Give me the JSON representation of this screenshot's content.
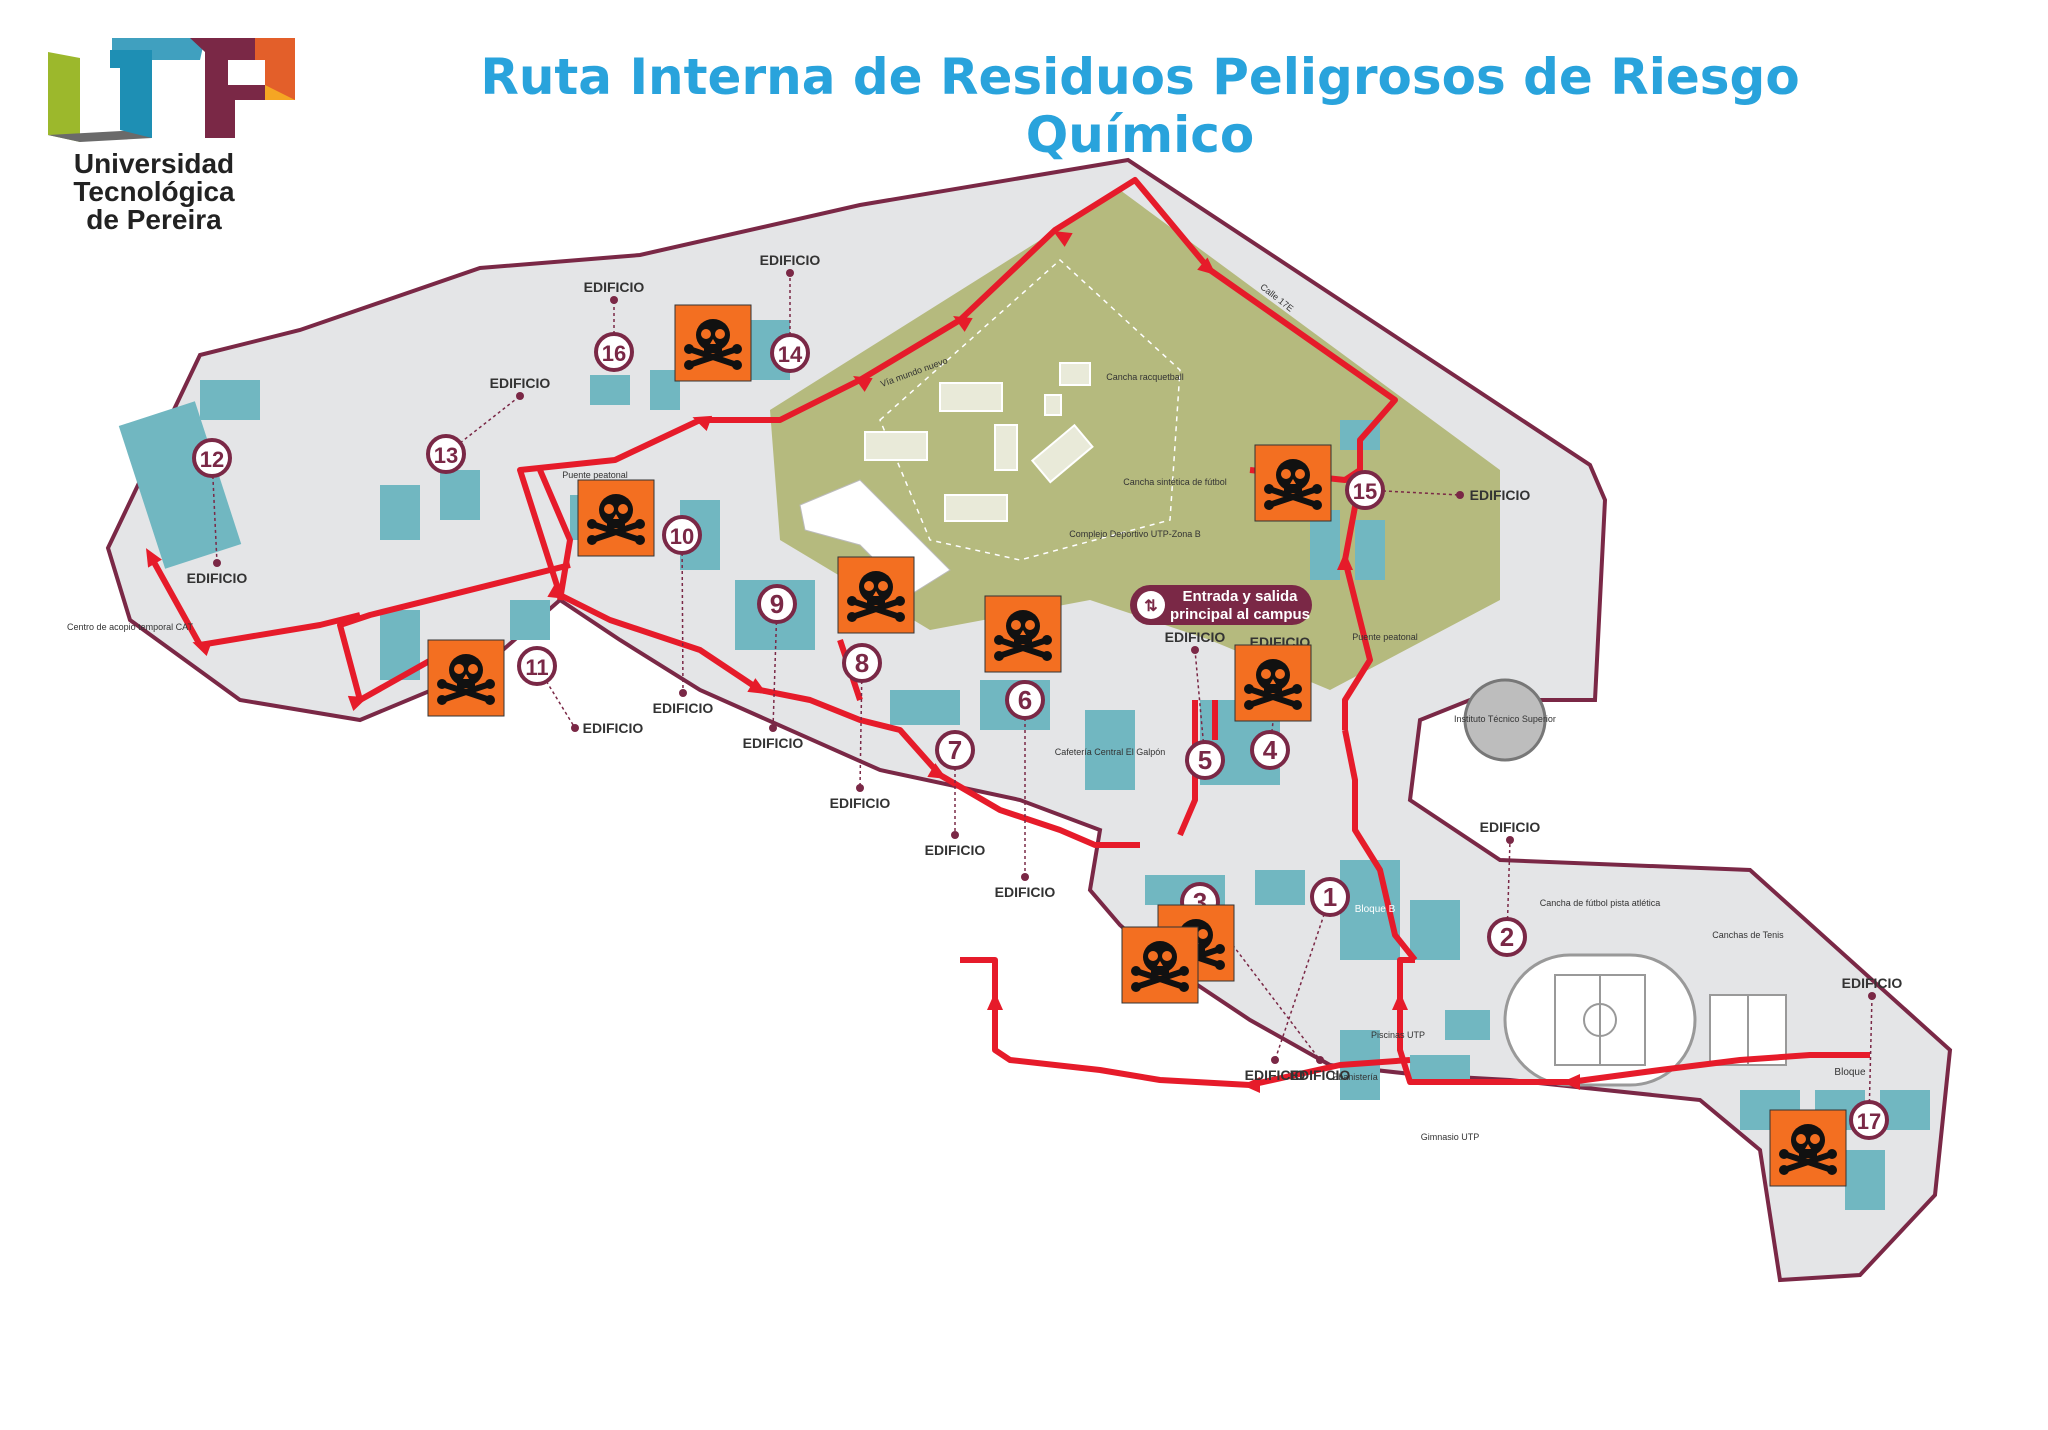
{
  "title": "Ruta Interna de Residuos Peligrosos de Riesgo Químico",
  "logo": {
    "line1": "Universidad Tecnológica",
    "line2": "de Pereira",
    "colors": [
      "#9cb82c",
      "#6a6a6a",
      "#1e8fb4",
      "#7a2846",
      "#e35f2a",
      "#f5a623"
    ]
  },
  "colors": {
    "route": "#e61b2a",
    "campus": "#e4e5e7",
    "campus_border": "#7a2846",
    "green_zone": "#b5ba7e",
    "building": "#71b7c1",
    "marker": "#7a2846",
    "hazard": "#f36f21"
  },
  "map": {
    "entrance_label_1": "Entrada y salida",
    "entrance_label_2": "principal al campus",
    "institute": "Instituto Técnico Superior",
    "cancha_futbol": "Cancha de fútbol pista atlética",
    "canchas_tenis": "Canchas de Tenis",
    "piscinas": "Piscinas UTP",
    "gimnasio": "Gimnasio UTP",
    "ebanisteria": "Ebanistería",
    "cafeteria": "Cafetería Central El Galpón",
    "centro_acopio": "Centro de acopio temporal CAT",
    "puente_peatonal": "Puente peatonal",
    "puente_peatonal_2": "Puente peatonal",
    "via_mundo_nuevo": "Vía mundo nuevo",
    "calle": "Calle 17E",
    "complejo": "Complejo Deportivo UTP-Zona B",
    "cancha_sintetica": "Cancha sintética de fútbol",
    "cancha_racquetball": "Cancha racquetball",
    "bloque": "Bloque",
    "bloque_b": "Bloque B"
  },
  "stops": [
    {
      "num": "1",
      "label": "EDIFICIO"
    },
    {
      "num": "2",
      "label": "EDIFICIO"
    },
    {
      "num": "3",
      "label": "EDIFICIO"
    },
    {
      "num": "4",
      "label": "EDIFICIO"
    },
    {
      "num": "5",
      "label": "EDIFICIO"
    },
    {
      "num": "6",
      "label": "EDIFICIO"
    },
    {
      "num": "7",
      "label": "EDIFICIO"
    },
    {
      "num": "8",
      "label": "EDIFICIO"
    },
    {
      "num": "9",
      "label": "EDIFICIO"
    },
    {
      "num": "10",
      "label": "EDIFICIO"
    },
    {
      "num": "11",
      "label": "EDIFICIO"
    },
    {
      "num": "12",
      "label": "EDIFICIO"
    },
    {
      "num": "13",
      "label": "EDIFICIO"
    },
    {
      "num": "14",
      "label": "EDIFICIO"
    },
    {
      "num": "15",
      "label": "EDIFICIO"
    },
    {
      "num": "16",
      "label": "EDIFICIO"
    },
    {
      "num": "17",
      "label": "EDIFICIO"
    }
  ],
  "hazard_icon": "skull-crossbones-icon"
}
